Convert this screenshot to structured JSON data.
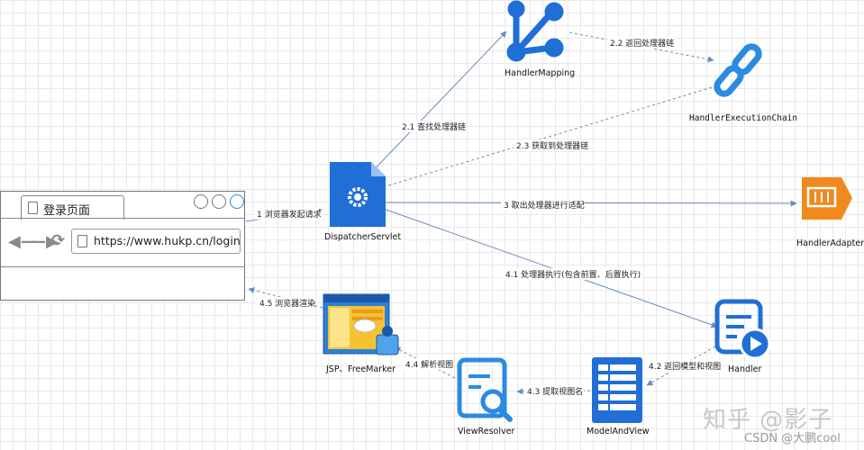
{
  "browser": {
    "tab_title": "登录页面",
    "url": "https://www.hukp.cn/login",
    "back_icon": "arrow-left-icon",
    "forward_icon": "arrow-right-icon",
    "reload_icon": "reload-icon"
  },
  "nodes": {
    "dispatcher": "DispatcherServlet",
    "handler_mapping": "HandlerMapping",
    "execution_chain": "HandlerExecutionChain",
    "handler_adapter": "HandlerAdapter",
    "handler": "Handler",
    "model_and_view": "ModelAndView",
    "view_resolver": "ViewResolver",
    "jsp": "JSP、FreeMarker"
  },
  "edges": {
    "e1": "1 浏览器发起请求",
    "e21": "2.1 查找处理器链",
    "e22": "2.2 返回处理器链",
    "e23": "2.3 获取到处理器链",
    "e3": "3 取出处理器进行适配",
    "e41": "4.1 处理器执行(包含前置、后置执行)",
    "e42": "4.2 返回模型和视图",
    "e43": "4.3 提取视图名",
    "e44": "4.4 解析视图",
    "e45": "4.5 浏览器渲染"
  },
  "colors": {
    "line": "#6b8cc2",
    "icon_blue": "#1f6fd6",
    "adapter_orange": "#f08a1c"
  },
  "watermark": {
    "zhihu": "知乎 @影子",
    "csdn": "CSDN @大鹏cool"
  }
}
